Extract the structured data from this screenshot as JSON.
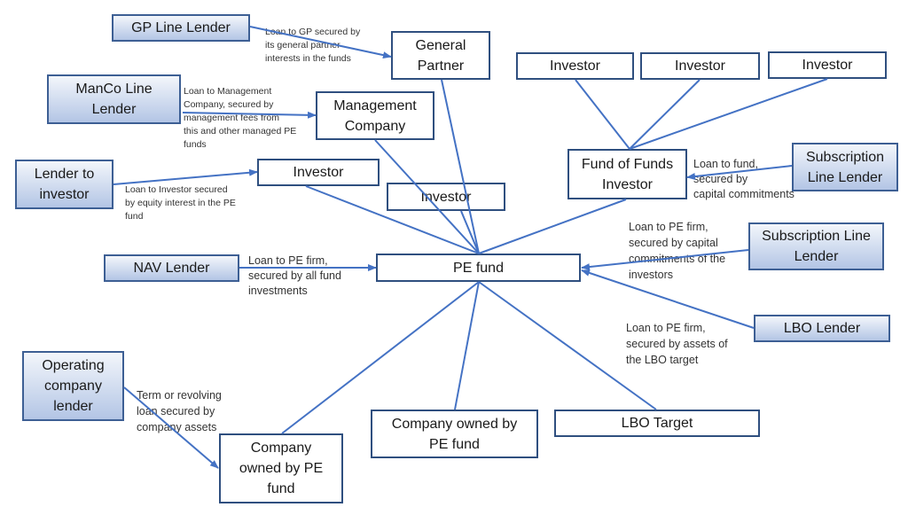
{
  "diagram": {
    "title": "Private equity fund financing structure",
    "line_color": "#4472c4",
    "lender_fill_top": "#f3f6fb",
    "lender_fill_bottom": "#b3c5e5",
    "box_border": "#2f4f7f"
  },
  "nodes": {
    "gp_line_lender": {
      "label": "GP Line Lender",
      "kind": "lender"
    },
    "general_partner": {
      "label": "General\nPartner",
      "kind": "entity"
    },
    "manco_line_lender": {
      "label": "ManCo Line\nLender",
      "kind": "lender"
    },
    "management_company": {
      "label": "Management\nCompany",
      "kind": "entity"
    },
    "lender_to_investor": {
      "label": "Lender to\ninvestor",
      "kind": "lender"
    },
    "investor_a": {
      "label": "Investor",
      "kind": "entity"
    },
    "investor_b": {
      "label": "Investor",
      "kind": "entity"
    },
    "investor_c": {
      "label": "Investor",
      "kind": "entity"
    },
    "investor_d": {
      "label": "Investor",
      "kind": "entity"
    },
    "investor_e": {
      "label": "Investor",
      "kind": "entity"
    },
    "fund_of_funds": {
      "label": "Fund of Funds\nInvestor",
      "kind": "entity"
    },
    "subscription_lender_top": {
      "label": "Subscription\nLine Lender",
      "kind": "lender"
    },
    "nav_lender": {
      "label": "NAV Lender",
      "kind": "lender"
    },
    "pe_fund": {
      "label": "PE fund",
      "kind": "entity"
    },
    "subscription_lender_right": {
      "label": "Subscription Line\nLender",
      "kind": "lender"
    },
    "lbo_lender": {
      "label": "LBO Lender",
      "kind": "lender"
    },
    "operating_lender": {
      "label": "Operating\ncompany\nlender",
      "kind": "lender"
    },
    "company_left": {
      "label": "Company\nowned by PE\nfund",
      "kind": "entity"
    },
    "company_center": {
      "label": "Company owned by\nPE fund",
      "kind": "entity"
    },
    "lbo_target": {
      "label": "LBO Target",
      "kind": "entity"
    }
  },
  "edges": [
    {
      "id": "e0",
      "from": "gp_line_lender",
      "to": "general_partner",
      "arrow": true,
      "label": "Loan to GP secured by\nits general partner\ninterests in the funds"
    },
    {
      "id": "e1",
      "from": "manco_line_lender",
      "to": "management_company",
      "arrow": true,
      "label": "Loan to Management\nCompany, secured by\nmanagement fees from\nthis and other managed PE\nfunds"
    },
    {
      "id": "e2",
      "from": "lender_to_investor",
      "to": "investor_a",
      "arrow": true,
      "label": "Loan to Investor secured\nby equity interest in the PE\nfund"
    },
    {
      "id": "e3",
      "from": "nav_lender",
      "to": "pe_fund",
      "arrow": true,
      "label": "Loan to PE firm,\nsecured by all fund\ninvestments"
    },
    {
      "id": "e4",
      "from": "subscription_lender_top",
      "to": "fund_of_funds",
      "arrow": true,
      "label": "Loan to fund,\nsecured by\ncapital commitments"
    },
    {
      "id": "e5",
      "from": "subscription_lender_right",
      "to": "pe_fund",
      "arrow": true,
      "label": "Loan to PE firm,\nsecured by capital\ncommitments of the\ninvestors"
    },
    {
      "id": "e6",
      "from": "lbo_lender",
      "to": "pe_fund",
      "arrow": true,
      "label": "Loan to PE firm,\nsecured by assets of\nthe LBO target"
    },
    {
      "id": "e7",
      "from": "operating_lender",
      "to": "company_left",
      "arrow": true,
      "label": "Term or revolving\nloan secured by\ncompany assets"
    },
    {
      "id": "e8",
      "from": "general_partner",
      "to": "pe_fund",
      "arrow": false
    },
    {
      "id": "e9",
      "from": "management_company",
      "to": "pe_fund",
      "arrow": false
    },
    {
      "id": "e10",
      "from": "investor_a",
      "to": "pe_fund",
      "arrow": false
    },
    {
      "id": "e11",
      "from": "investor_b",
      "to": "pe_fund",
      "arrow": false
    },
    {
      "id": "e12",
      "from": "fund_of_funds",
      "to": "pe_fund",
      "arrow": false
    },
    {
      "id": "e13",
      "from": "investor_c",
      "to": "fund_of_funds",
      "arrow": false
    },
    {
      "id": "e14",
      "from": "investor_d",
      "to": "fund_of_funds",
      "arrow": false
    },
    {
      "id": "e15",
      "from": "investor_e",
      "to": "fund_of_funds",
      "arrow": false
    },
    {
      "id": "e16",
      "from": "pe_fund",
      "to": "company_left",
      "arrow": false
    },
    {
      "id": "e17",
      "from": "pe_fund",
      "to": "company_center",
      "arrow": false
    },
    {
      "id": "e18",
      "from": "pe_fund",
      "to": "lbo_target",
      "arrow": false
    }
  ]
}
